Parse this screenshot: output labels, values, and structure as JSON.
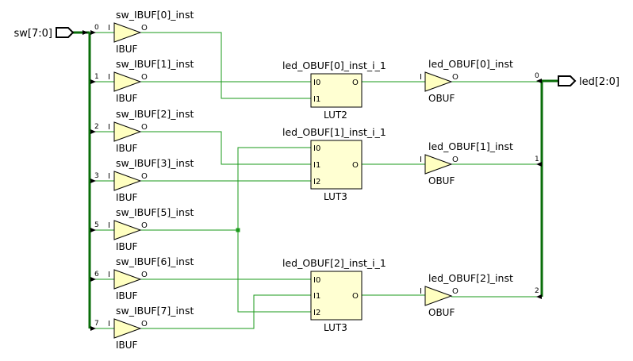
{
  "ports": {
    "input": {
      "name": "sw[7:0]"
    },
    "output": {
      "name": "led[2:0]"
    }
  },
  "ibufs": [
    {
      "inst": "sw_IBUF[0]_inst",
      "type": "IBUF",
      "bit": "0"
    },
    {
      "inst": "sw_IBUF[1]_inst",
      "type": "IBUF",
      "bit": "1"
    },
    {
      "inst": "sw_IBUF[2]_inst",
      "type": "IBUF",
      "bit": "2"
    },
    {
      "inst": "sw_IBUF[3]_inst",
      "type": "IBUF",
      "bit": "3"
    },
    {
      "inst": "sw_IBUF[5]_inst",
      "type": "IBUF",
      "bit": "5"
    },
    {
      "inst": "sw_IBUF[6]_inst",
      "type": "IBUF",
      "bit": "6"
    },
    {
      "inst": "sw_IBUF[7]_inst",
      "type": "IBUF",
      "bit": "7"
    }
  ],
  "luts": [
    {
      "inst": "led_OBUF[0]_inst_i_1",
      "type": "LUT2",
      "inputs": [
        "I0",
        "I1"
      ],
      "output": "O"
    },
    {
      "inst": "led_OBUF[1]_inst_i_1",
      "type": "LUT3",
      "inputs": [
        "I0",
        "I1",
        "I2"
      ],
      "output": "O"
    },
    {
      "inst": "led_OBUF[2]_inst_i_1",
      "type": "LUT3",
      "inputs": [
        "I0",
        "I1",
        "I2"
      ],
      "output": "O"
    }
  ],
  "obufs": [
    {
      "inst": "led_OBUF[0]_inst",
      "type": "OBUF",
      "bit": "0"
    },
    {
      "inst": "led_OBUF[1]_inst",
      "type": "OBUF",
      "bit": "1"
    },
    {
      "inst": "led_OBUF[2]_inst",
      "type": "OBUF",
      "bit": "2"
    }
  ],
  "pin_labels": {
    "in": "I",
    "out": "O"
  },
  "colors": {
    "wire": "#1a9a1a",
    "bus": "#0a6e0a",
    "buffer_fill": "#ffffc0",
    "lut_fill": "#ffffd2",
    "outline": "#000000"
  }
}
